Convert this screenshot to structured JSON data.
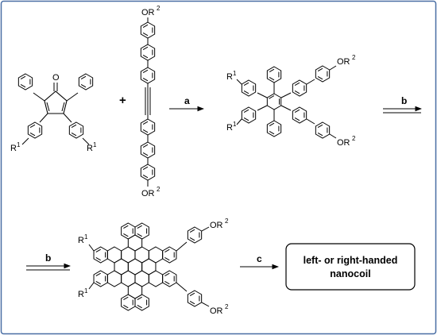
{
  "labels": {
    "plus": "+",
    "carbonyl": "O",
    "r1": "R",
    "r1_sup": "1",
    "or2": "OR",
    "or2_sup": "2"
  },
  "steps": {
    "a": "a",
    "b1": "b",
    "b2": "b",
    "c": "c"
  },
  "result_box": {
    "line1": "left- or right-handed",
    "line2": "nanocoil"
  },
  "colors": {
    "frame": "#4a6fa5",
    "ink": "#000000"
  }
}
